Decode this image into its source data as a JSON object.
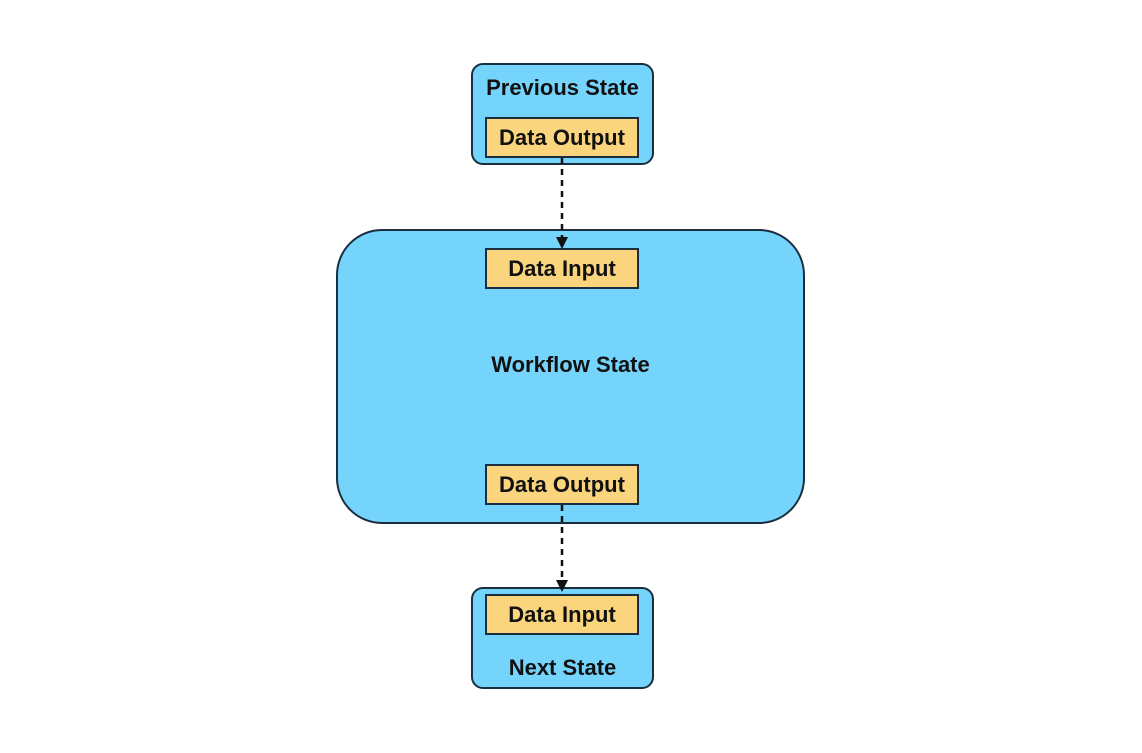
{
  "colors": {
    "state_fill": "#75d4fc",
    "port_fill": "#fbd57e",
    "stroke": "#1a2e40",
    "connector": "#111111"
  },
  "previous_state": {
    "label": "Previous State",
    "output_label": "Data Output"
  },
  "workflow_state": {
    "label": "Workflow State",
    "input_label": "Data Input",
    "output_label": "Data Output"
  },
  "next_state": {
    "label": "Next State",
    "input_label": "Data Input"
  },
  "connectors": [
    {
      "from": "previous_state.output",
      "to": "workflow_state.input",
      "style": "dashed-arrow"
    },
    {
      "from": "workflow_state.output",
      "to": "next_state.input",
      "style": "dashed-arrow"
    }
  ]
}
